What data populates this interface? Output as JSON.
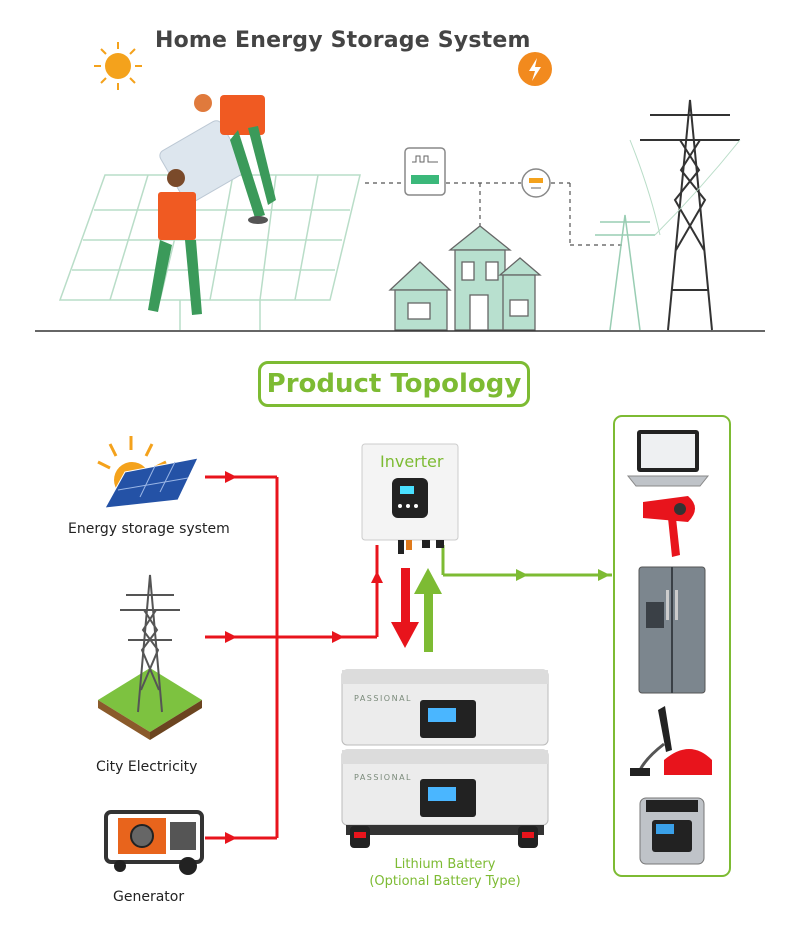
{
  "header": {
    "title": "Home Energy Storage System"
  },
  "topology": {
    "title": "Product Topology"
  },
  "sources": [
    {
      "label": "Energy storage system",
      "icon": "solar-panel-icon"
    },
    {
      "label": "City Electricity",
      "icon": "power-tower-icon"
    },
    {
      "label": "Generator",
      "icon": "generator-icon"
    }
  ],
  "inverter": {
    "label": "Inverter"
  },
  "battery": {
    "brand": "PASSIONAL",
    "label_line1": "Lithium Battery",
    "label_line2": "(Optional Battery Type)"
  },
  "appliances": [
    "laptop-icon",
    "hair-dryer-icon",
    "refrigerator-icon",
    "vacuum-cleaner-icon",
    "pressure-cooker-icon"
  ],
  "colors": {
    "accent_green": "#7dbb33",
    "flow_red": "#e8141c",
    "flow_green": "#7dbb33",
    "sun_orange": "#f4a21c"
  }
}
